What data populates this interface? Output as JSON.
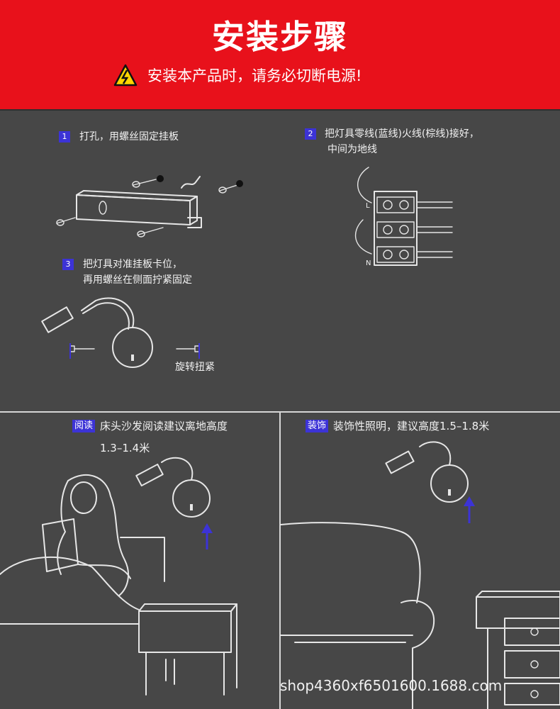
{
  "header": {
    "title": "安装步骤",
    "warning": "安装本产品时，请务必切断电源!"
  },
  "steps": [
    {
      "number": "1",
      "text_line1": "打孔，用螺丝固定挂板",
      "text_line2": ""
    },
    {
      "number": "2",
      "text_line1": "把灯具零线(蓝线)火线(棕线)接好，",
      "text_line2": "中间为地线"
    },
    {
      "number": "3",
      "text_line1": "把灯具对准挂板卡位，",
      "text_line2": "再用螺丝在侧面拧紧固定"
    }
  ],
  "terminal_labels": {
    "top": "L",
    "bottom": "N"
  },
  "twist_label": "旋转扭紧",
  "scenes": {
    "reading": {
      "tag": "阅读",
      "line1": "床头沙发阅读建议离地高度",
      "line2": "1.3–1.4米"
    },
    "decor": {
      "tag": "装饰",
      "line1": "装饰性照明，建议高度1.5–1.8米"
    }
  },
  "watermark": "shop4360xf6501600.1688.com",
  "colors": {
    "header_bg": "#e8111b",
    "page_bg": "#474747",
    "accent": "#3c33d6",
    "warning_yellow": "#ffd500"
  },
  "icons": [
    "warning-icon",
    "screw-icon",
    "bracket-icon",
    "terminal-block-icon",
    "wall-lamp-icon",
    "arrow-up-icon"
  ]
}
